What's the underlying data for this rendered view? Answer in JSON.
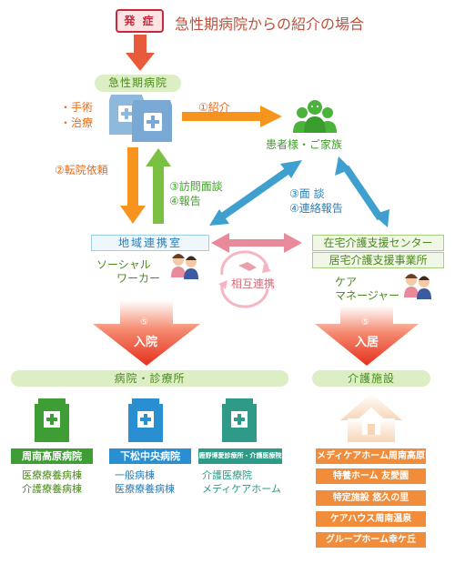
{
  "header": {
    "onset_label": "発 症",
    "title": "急性期病院からの紹介の場合"
  },
  "acute_hospital": {
    "label": "急性期病院",
    "actions": [
      "・手術",
      "・治療"
    ]
  },
  "patient": {
    "label": "患者様・ご家族"
  },
  "arrows": {
    "introduction": "①紹介",
    "transfer_request": "②転院依頼",
    "visit_interview": "③訪問面談",
    "report": "④報告",
    "interview": "③面 談",
    "contact_report": "④連絡報告",
    "mutual": "相互連携"
  },
  "regional_office": {
    "label": "地域連携室",
    "staff": [
      "ソーシャル",
      "ワーカー"
    ]
  },
  "home_care": {
    "boxes": [
      "在宅介護支援センター",
      "居宅介護支援事業所"
    ],
    "staff": [
      "ケア",
      "マネージャー"
    ]
  },
  "outcomes": {
    "admission": {
      "num": "⑤",
      "label": "入院"
    },
    "residence": {
      "num": "⑤",
      "label": "入居"
    }
  },
  "hospitals_section": {
    "title": "病院・診療所",
    "items": [
      {
        "name": "周南高原病院",
        "wards": [
          "医療療養病棟",
          "介護療養病棟"
        ],
        "color": "#3f9d36"
      },
      {
        "name": "下松中央病院",
        "wards": [
          "一般病棟",
          "医療療養病棟"
        ],
        "color": "#2a8fd0"
      },
      {
        "name": "鹿野博愛診療所・介護医療院",
        "wards": [
          "介護医療院",
          "メディケアホーム"
        ],
        "color": "#2e9a87"
      }
    ]
  },
  "care_section": {
    "title": "介護施設",
    "facilities": [
      "メディケアホーム周南高原",
      "特養ホーム 友愛園",
      "特定施設 悠久の里",
      "ケアハウス周南温泉",
      "グループホーム幸ケ丘"
    ]
  },
  "colors": {
    "orange": "#f7941d",
    "green": "#7ac143",
    "blue": "#3fa0d0",
    "red": "#e8412a",
    "pink": "#e88a9a"
  }
}
